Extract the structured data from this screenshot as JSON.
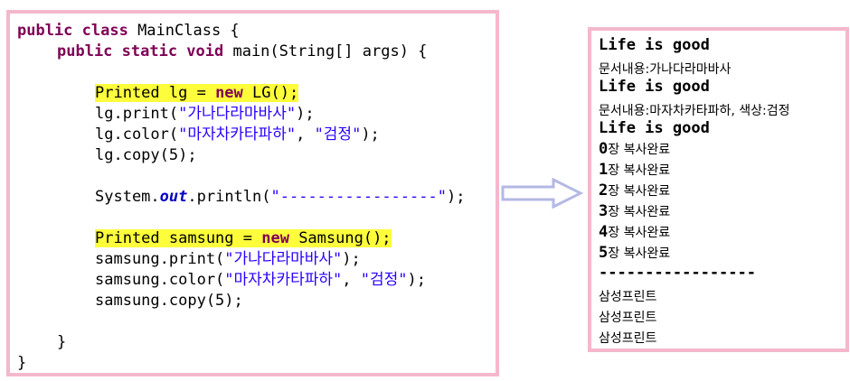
{
  "code": {
    "line1": {
      "kw": "public class",
      "rest": " MainClass {"
    },
    "line2": {
      "kw": "public static void",
      "rest": " main(String[] args) {"
    },
    "line3": {
      "a": "Printed lg = ",
      "kw": "new",
      "b": " LG();"
    },
    "line4": {
      "a": "lg.print(",
      "s": "\"가나다라마바사\"",
      "b": ");"
    },
    "line5": {
      "a": "lg.color(",
      "s1": "\"마자차카타파하\"",
      "c": ", ",
      "s2": "\"검정\"",
      "b": ");"
    },
    "line6": "lg.copy(5);",
    "line7": {
      "a": "System.",
      "f": "out",
      "b": ".println(",
      "s": "\"-----------------\"",
      "c": ");"
    },
    "line8": {
      "a": "Printed samsung = ",
      "kw": "new",
      "b": " Samsung();"
    },
    "line9": {
      "a": "samsung.print(",
      "s": "\"가나다라마바사\"",
      "b": ");"
    },
    "line10": {
      "a": "samsung.color(",
      "s1": "\"마자차카타파하\"",
      "c": ", ",
      "s2": "\"검정\"",
      "b": ");"
    },
    "line11": "samsung.copy(5);",
    "line12": "}",
    "line13": "}"
  },
  "output": {
    "l1": "Life is good",
    "l2": "문서내용:가나다라마바사",
    "l3": "Life is good",
    "l4": "문서내용:마자차카타파하, 색상:검정",
    "l5": "Life is good",
    "copies": [
      {
        "n": "0",
        "t": "장 복사완료"
      },
      {
        "n": "1",
        "t": "장 복사완료"
      },
      {
        "n": "2",
        "t": "장 복사완료"
      },
      {
        "n": "3",
        "t": "장 복사완료"
      },
      {
        "n": "4",
        "t": "장 복사완료"
      },
      {
        "n": "5",
        "t": "장 복사완료"
      }
    ],
    "sep": "-----------------",
    "s1": "삼성프린트",
    "s2": "삼성프린트",
    "s3": "삼성프린트"
  },
  "icons": {
    "arrow": "right-arrow-icon"
  },
  "colors": {
    "panel_border": "#f4b8cc",
    "highlight": "#fdfd3c",
    "keyword": "#7f0055",
    "string": "#2a00ff"
  }
}
